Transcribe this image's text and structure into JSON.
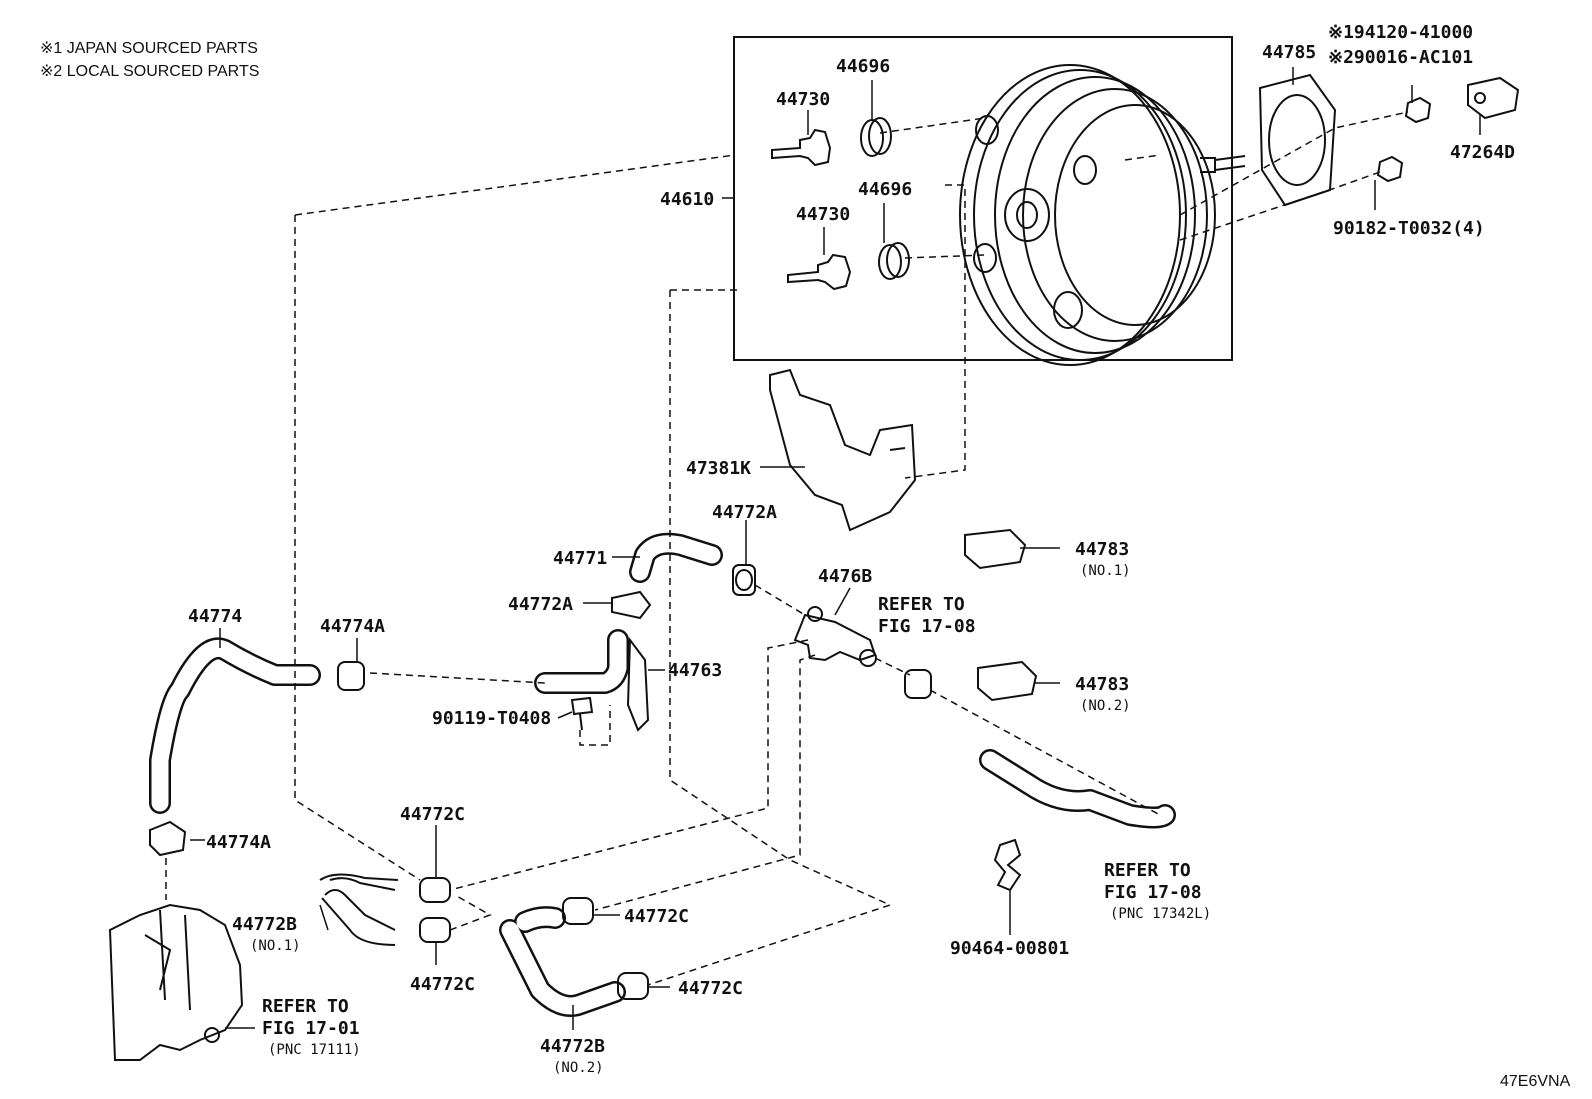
{
  "notes": {
    "line1": "※1 JAPAN SOURCED PARTS",
    "line2": "※2 LOCAL SOURCED PARTS"
  },
  "labels": {
    "p44696_top": "44696",
    "p44730_top": "44730",
    "p44610": "44610",
    "p44696_bot": "44696",
    "p44730_bot": "44730",
    "p44785": "44785",
    "p194120": "※194120-41000",
    "p290016": "※290016-AC101",
    "p47264D": "47264D",
    "p90182": "90182-T0032(4)",
    "p47381K": "47381K",
    "p44772A_top": "44772A",
    "p44771": "44771",
    "p44783_1": "44783",
    "p44783_1_sub": "(NO.1)",
    "p44772A_mid": "44772A",
    "p4476B": "4476B",
    "p44774": "44774",
    "p44774A_top": "44774A",
    "p44763": "44763",
    "p90119": "90119-T0408",
    "p44783_2": "44783",
    "p44783_2_sub": "(NO.2)",
    "p44772C_1": "44772C",
    "p44774A_bot": "44774A",
    "p44772B_1": "44772B",
    "p44772B_1_sub": "(NO.1)",
    "p44772C_2": "44772C",
    "p44772C_3": "44772C",
    "p44772C_4": "44772C",
    "p44772B_2": "44772B",
    "p44772B_2_sub": "(NO.2)",
    "p90464": "90464-00801",
    "code": "47E6VNA"
  },
  "refs": {
    "fig1708_top_a": "REFER TO",
    "fig1708_top_b": "FIG 17-08",
    "fig1708_bot_a": "REFER TO",
    "fig1708_bot_b": "FIG 17-08",
    "fig1708_bot_c": "(PNC 17342L)",
    "fig1701_a": "REFER TO",
    "fig1701_b": "FIG 17-01",
    "fig1701_c": "(PNC 17111)"
  }
}
